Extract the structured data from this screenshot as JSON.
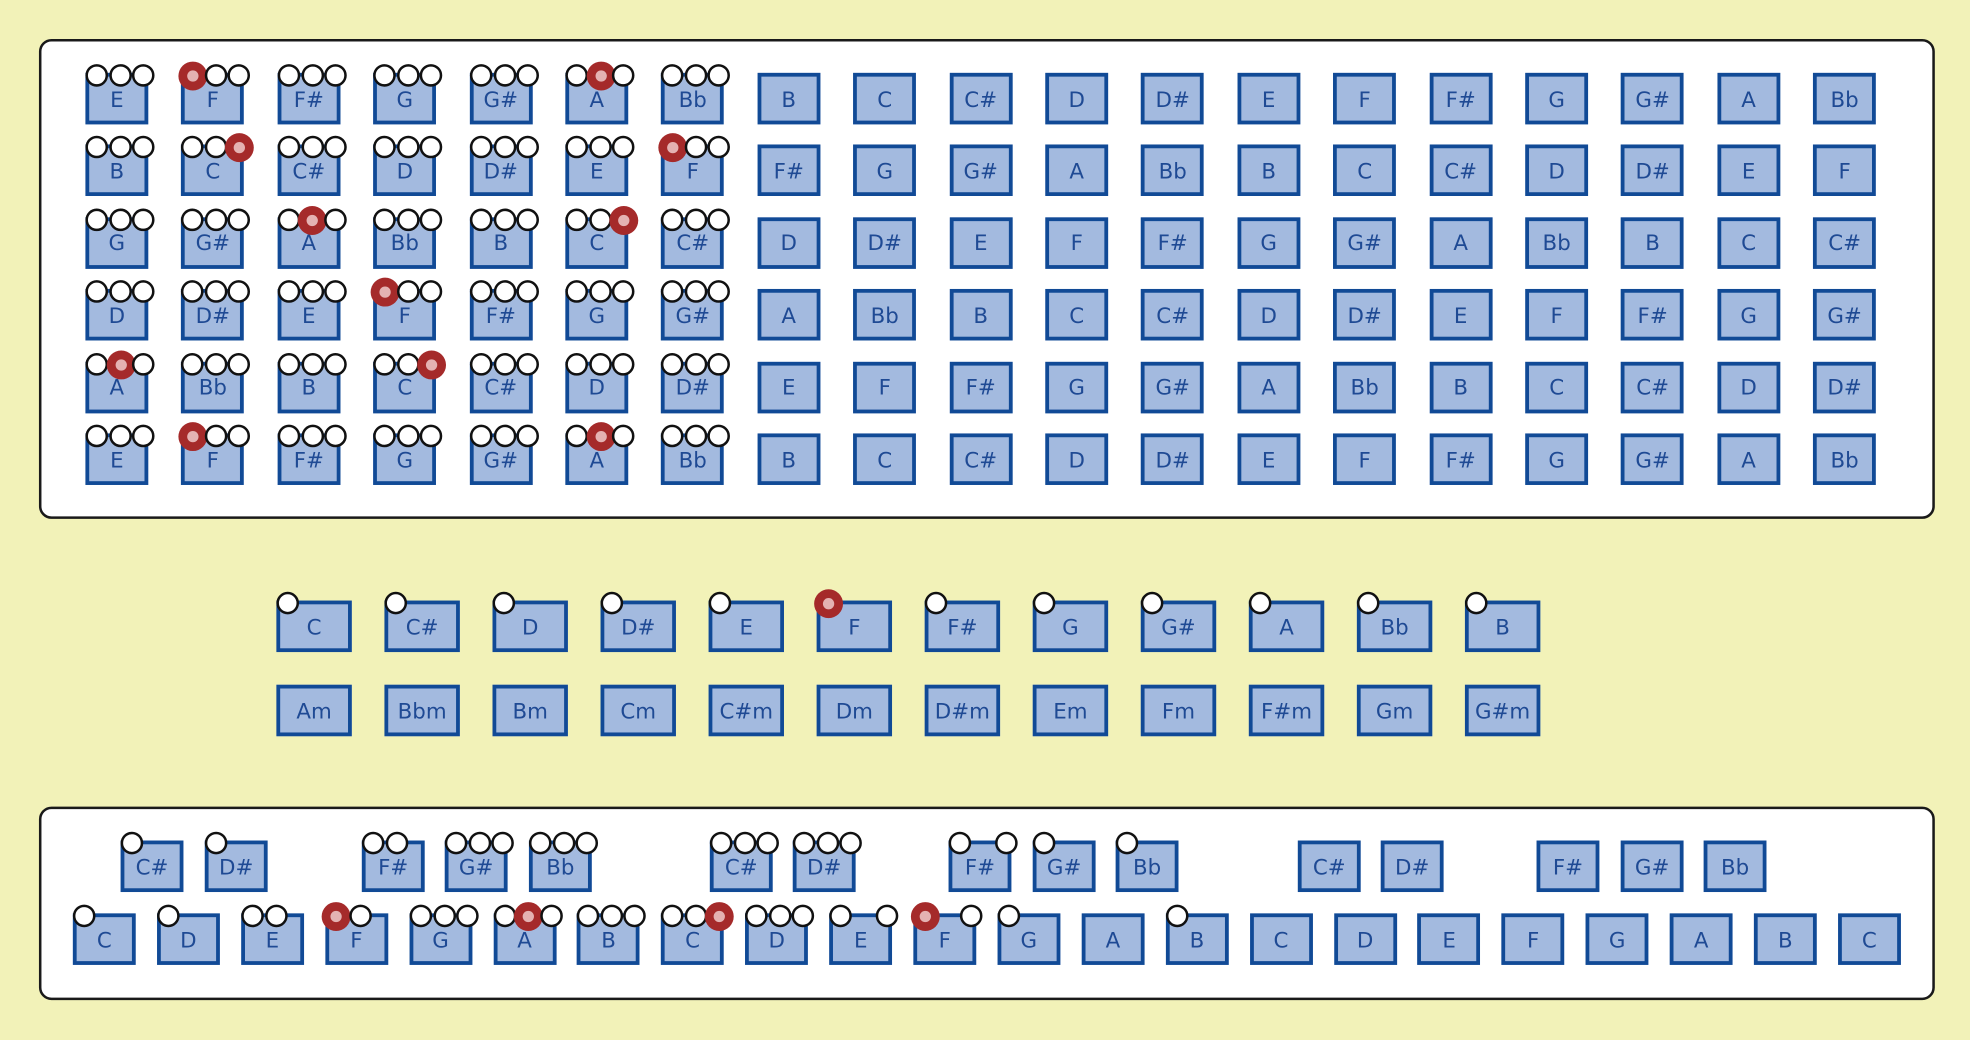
{
  "colors": {
    "background": "#f2f2b8",
    "key_fill": "#a3badf",
    "key_border": "#114a96",
    "marker_active": "#a52a2a",
    "marker_inactive": "#ffffff"
  },
  "fretboard": {
    "strings": [
      {
        "notes": [
          "E",
          "F",
          "F#",
          "G",
          "G#",
          "A",
          "Bb",
          "B",
          "C",
          "C#",
          "D",
          "D#",
          "E",
          "F",
          "F#",
          "G",
          "G#",
          "A",
          "Bb"
        ],
        "markers": [
          [
            "w",
            "w",
            "w"
          ],
          [
            "r",
            "w",
            "w"
          ],
          [
            "w",
            "w",
            "w"
          ],
          [
            "w",
            "w",
            "w"
          ],
          [
            "w",
            "w",
            "w"
          ],
          [
            "w",
            "r",
            "w"
          ],
          [
            "w",
            "w",
            "w"
          ]
        ]
      },
      {
        "notes": [
          "B",
          "C",
          "C#",
          "D",
          "D#",
          "E",
          "F",
          "F#",
          "G",
          "G#",
          "A",
          "Bb",
          "B",
          "C",
          "C#",
          "D",
          "D#",
          "E",
          "F"
        ],
        "markers": [
          [
            "w",
            "w",
            "w"
          ],
          [
            "w",
            "w",
            "r"
          ],
          [
            "w",
            "w",
            "w"
          ],
          [
            "w",
            "w",
            "w"
          ],
          [
            "w",
            "w",
            "w"
          ],
          [
            "w",
            "w",
            "w"
          ],
          [
            "r",
            "w",
            "w"
          ]
        ]
      },
      {
        "notes": [
          "G",
          "G#",
          "A",
          "Bb",
          "B",
          "C",
          "C#",
          "D",
          "D#",
          "E",
          "F",
          "F#",
          "G",
          "G#",
          "A",
          "Bb",
          "B",
          "C",
          "C#"
        ],
        "markers": [
          [
            "w",
            "w",
            "w"
          ],
          [
            "w",
            "w",
            "w"
          ],
          [
            "w",
            "r",
            "w"
          ],
          [
            "w",
            "w",
            "w"
          ],
          [
            "w",
            "w",
            "w"
          ],
          [
            "w",
            "w",
            "r"
          ],
          [
            "w",
            "w",
            "w"
          ]
        ]
      },
      {
        "notes": [
          "D",
          "D#",
          "E",
          "F",
          "F#",
          "G",
          "G#",
          "A",
          "Bb",
          "B",
          "C",
          "C#",
          "D",
          "D#",
          "E",
          "F",
          "F#",
          "G",
          "G#"
        ],
        "markers": [
          [
            "w",
            "w",
            "w"
          ],
          [
            "w",
            "w",
            "w"
          ],
          [
            "w",
            "w",
            "w"
          ],
          [
            "r",
            "w",
            "w"
          ],
          [
            "w",
            "w",
            "w"
          ],
          [
            "w",
            "w",
            "w"
          ],
          [
            "w",
            "w",
            "w"
          ]
        ]
      },
      {
        "notes": [
          "A",
          "Bb",
          "B",
          "C",
          "C#",
          "D",
          "D#",
          "E",
          "F",
          "F#",
          "G",
          "G#",
          "A",
          "Bb",
          "B",
          "C",
          "C#",
          "D",
          "D#"
        ],
        "markers": [
          [
            "w",
            "r",
            "w"
          ],
          [
            "w",
            "w",
            "w"
          ],
          [
            "w",
            "w",
            "w"
          ],
          [
            "w",
            "w",
            "r"
          ],
          [
            "w",
            "w",
            "w"
          ],
          [
            "w",
            "w",
            "w"
          ],
          [
            "w",
            "w",
            "w"
          ]
        ]
      },
      {
        "notes": [
          "E",
          "F",
          "F#",
          "G",
          "G#",
          "A",
          "Bb",
          "B",
          "C",
          "C#",
          "D",
          "D#",
          "E",
          "F",
          "F#",
          "G",
          "G#",
          "A",
          "Bb"
        ],
        "markers": [
          [
            "w",
            "w",
            "w"
          ],
          [
            "r",
            "w",
            "w"
          ],
          [
            "w",
            "w",
            "w"
          ],
          [
            "w",
            "w",
            "w"
          ],
          [
            "w",
            "w",
            "w"
          ],
          [
            "w",
            "r",
            "w"
          ],
          [
            "w",
            "w",
            "w"
          ]
        ]
      }
    ]
  },
  "root_selector": {
    "notes": [
      "C",
      "C#",
      "D",
      "D#",
      "E",
      "F",
      "F#",
      "G",
      "G#",
      "A",
      "Bb",
      "B"
    ],
    "selected": "F"
  },
  "chord_selector": {
    "chords": [
      "Am",
      "Bbm",
      "Bm",
      "Cm",
      "C#m",
      "Dm",
      "D#m",
      "Em",
      "Fm",
      "F#m",
      "Gm",
      "G#m"
    ]
  },
  "keyboard": {
    "white_keys": [
      {
        "note": "C",
        "markers": [
          "w",
          "",
          ""
        ]
      },
      {
        "note": "D",
        "markers": [
          "w",
          "",
          ""
        ]
      },
      {
        "note": "E",
        "markers": [
          "w",
          "w",
          ""
        ]
      },
      {
        "note": "F",
        "markers": [
          "r",
          "w",
          ""
        ]
      },
      {
        "note": "G",
        "markers": [
          "w",
          "w",
          "w"
        ]
      },
      {
        "note": "A",
        "markers": [
          "w",
          "r",
          "w"
        ]
      },
      {
        "note": "B",
        "markers": [
          "w",
          "w",
          "w"
        ]
      },
      {
        "note": "C",
        "markers": [
          "w",
          "w",
          "r"
        ]
      },
      {
        "note": "D",
        "markers": [
          "w",
          "w",
          "w"
        ]
      },
      {
        "note": "E",
        "markers": [
          "w",
          "",
          "w"
        ]
      },
      {
        "note": "F",
        "markers": [
          "r",
          "",
          "w"
        ]
      },
      {
        "note": "G",
        "markers": [
          "w",
          "",
          ""
        ]
      },
      {
        "note": "A",
        "markers": [
          "",
          "",
          ""
        ]
      },
      {
        "note": "B",
        "markers": [
          "w",
          "",
          ""
        ]
      },
      {
        "note": "C",
        "markers": [
          "",
          "",
          ""
        ]
      },
      {
        "note": "D",
        "markers": [
          "",
          "",
          ""
        ]
      },
      {
        "note": "E",
        "markers": [
          "",
          "",
          ""
        ]
      },
      {
        "note": "F",
        "markers": [
          "",
          "",
          ""
        ]
      },
      {
        "note": "G",
        "markers": [
          "",
          "",
          ""
        ]
      },
      {
        "note": "A",
        "markers": [
          "",
          "",
          ""
        ]
      },
      {
        "note": "B",
        "markers": [
          "",
          "",
          ""
        ]
      },
      {
        "note": "C",
        "markers": [
          "",
          "",
          ""
        ]
      }
    ],
    "black_keys": [
      {
        "note": "C#",
        "markers": [
          "w",
          "",
          ""
        ]
      },
      {
        "note": "D#",
        "markers": [
          "w",
          "",
          ""
        ]
      },
      {
        "note": "F#",
        "markers": [
          "w",
          "w",
          ""
        ]
      },
      {
        "note": "G#",
        "markers": [
          "w",
          "w",
          "w"
        ]
      },
      {
        "note": "Bb",
        "markers": [
          "w",
          "w",
          "w"
        ]
      },
      {
        "note": "C#",
        "markers": [
          "w",
          "w",
          "w"
        ]
      },
      {
        "note": "D#",
        "markers": [
          "w",
          "w",
          "w"
        ]
      },
      {
        "note": "F#",
        "markers": [
          "w",
          "",
          "w"
        ]
      },
      {
        "note": "G#",
        "markers": [
          "w",
          "",
          ""
        ]
      },
      {
        "note": "Bb",
        "markers": [
          "w",
          "",
          ""
        ]
      },
      {
        "note": "C#",
        "markers": [
          "",
          "",
          ""
        ]
      },
      {
        "note": "D#",
        "markers": [
          "",
          "",
          ""
        ]
      },
      {
        "note": "F#",
        "markers": [
          "",
          "",
          ""
        ]
      },
      {
        "note": "G#",
        "markers": [
          "",
          "",
          ""
        ]
      },
      {
        "note": "Bb",
        "markers": [
          "",
          "",
          ""
        ]
      }
    ]
  }
}
